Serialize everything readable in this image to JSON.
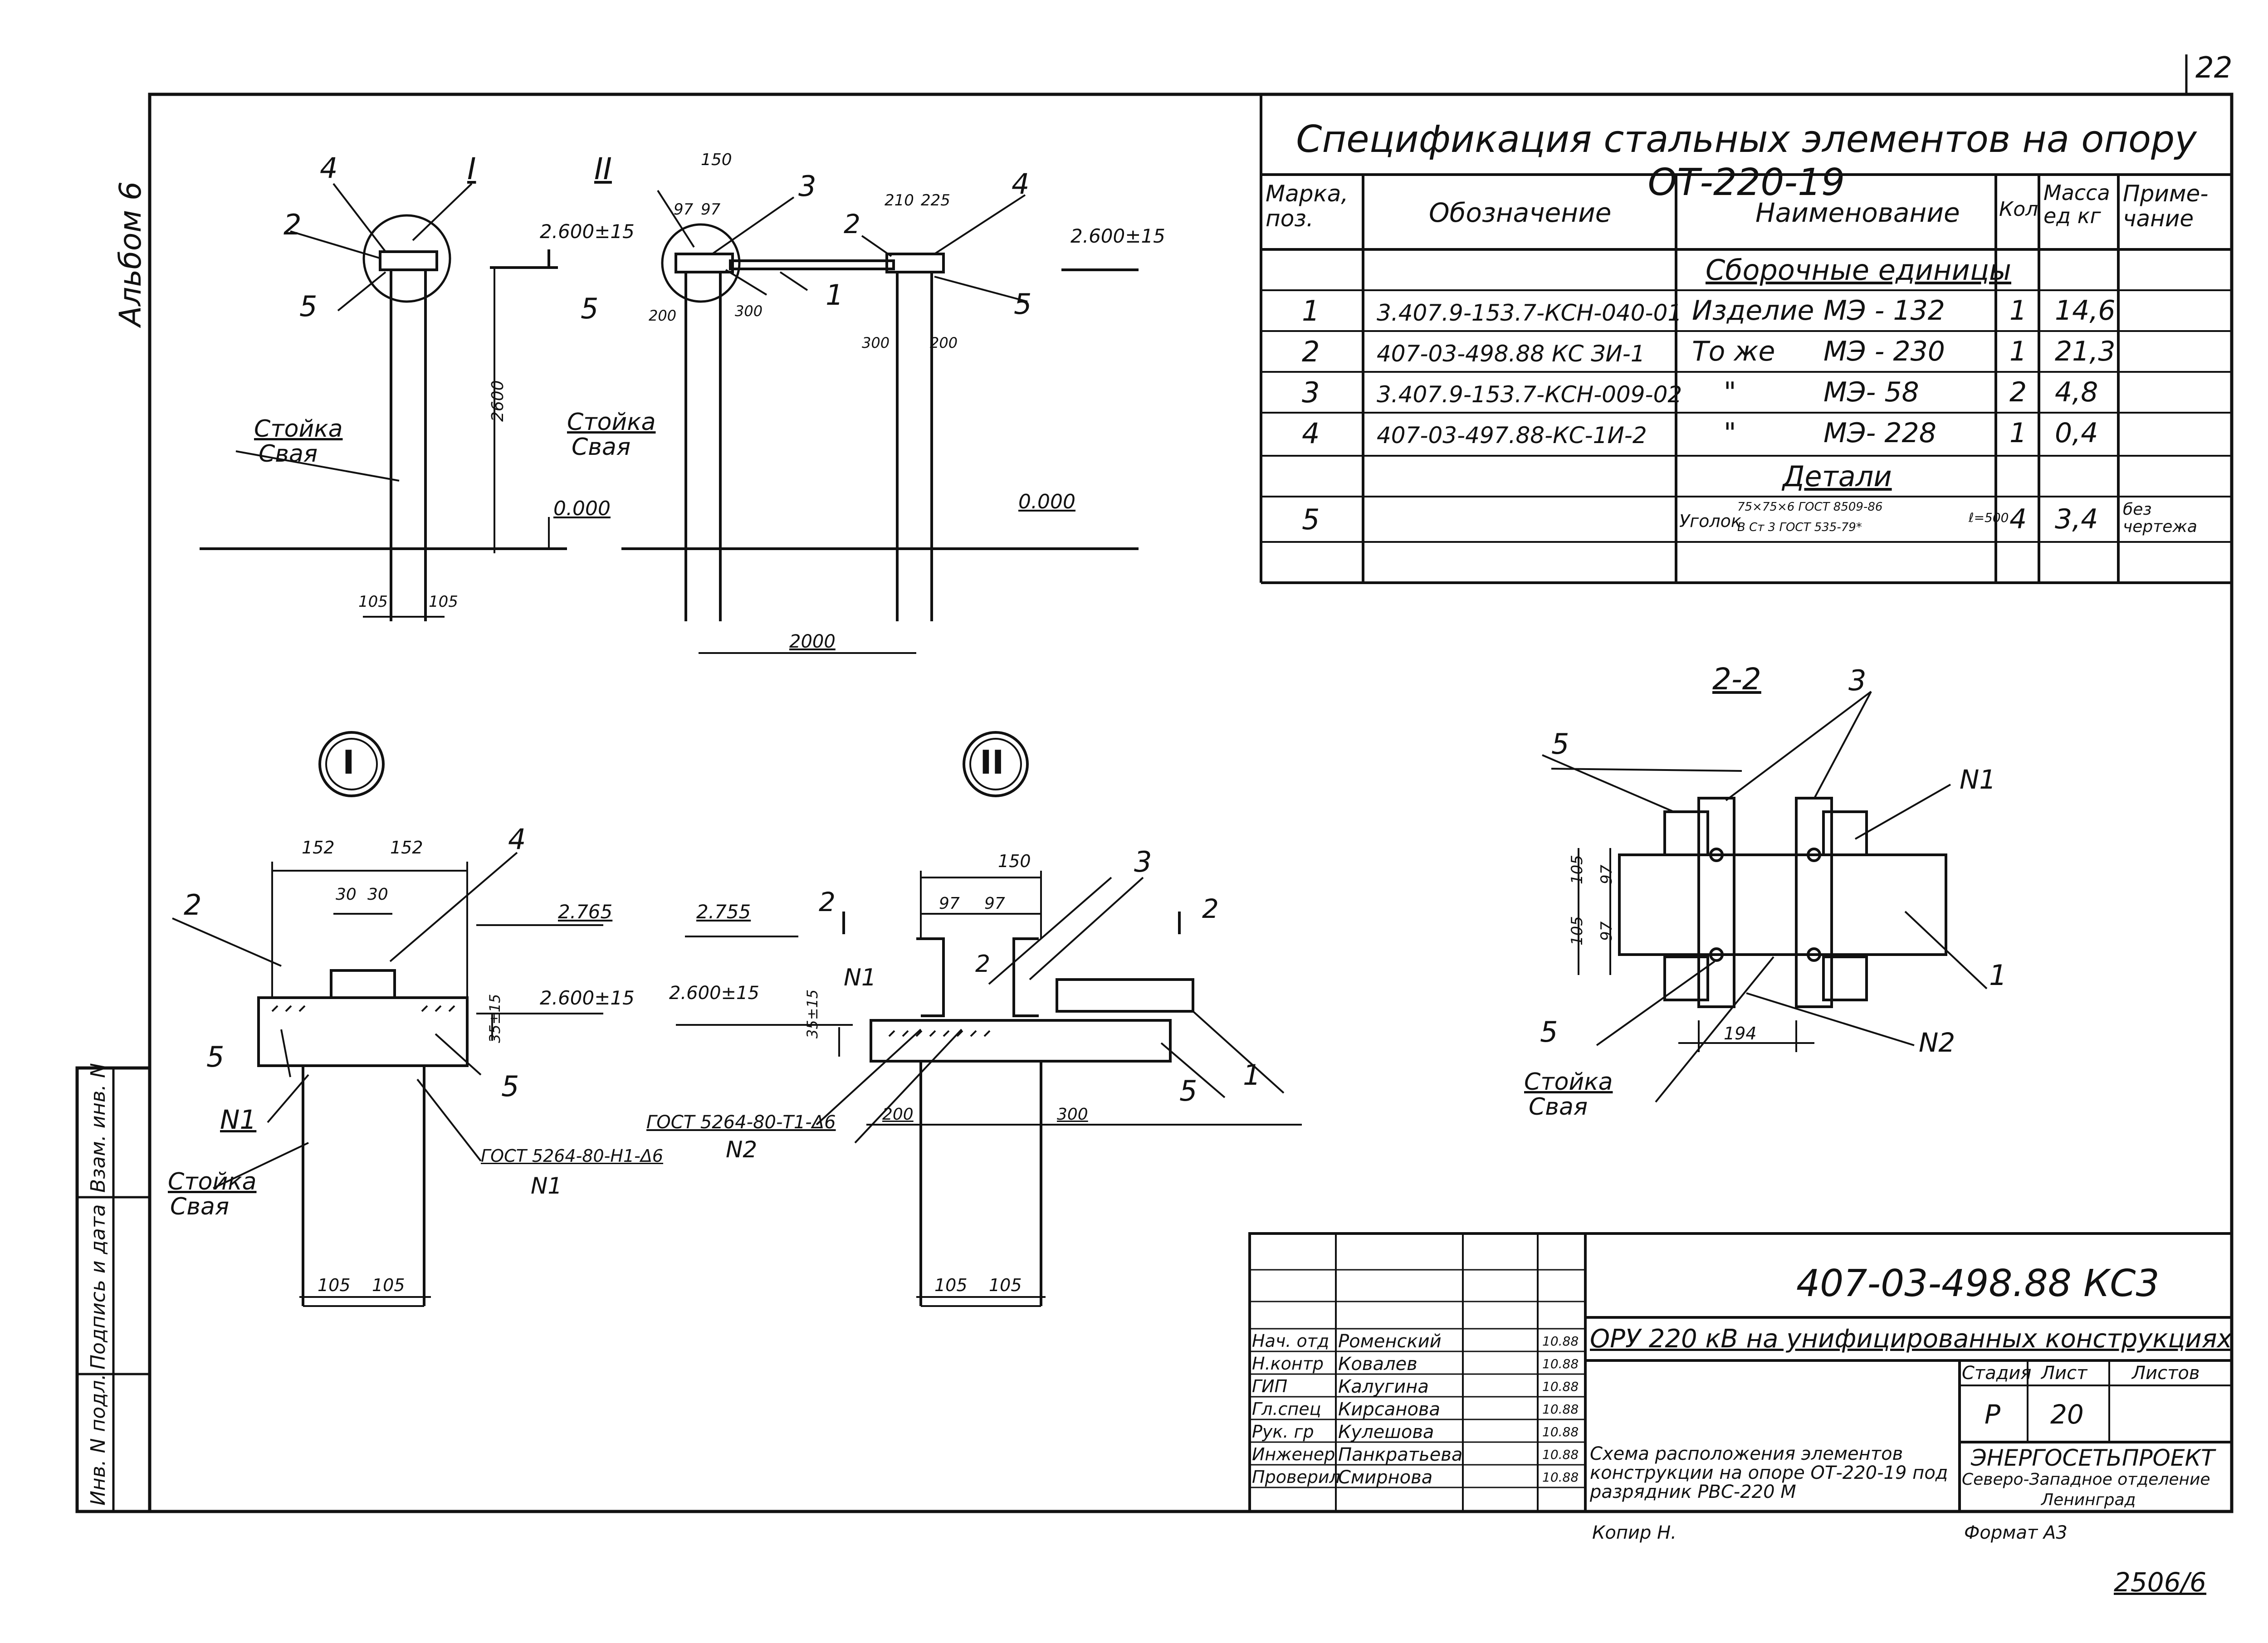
{
  "page_number": "22",
  "album_label": "Альбом 6",
  "sheet_code": "2506/6",
  "spec": {
    "title": "Спецификация стальных элементов на опору ОТ-220-19",
    "headers": [
      "Марка, поз.",
      "Обозначение",
      "Наименование",
      "Кол",
      "Масса ед кг",
      "Приме- чание"
    ],
    "section_assemblies": "Сборочные единицы",
    "section_details": "Детали",
    "rows": [
      {
        "pos": "1",
        "code": "3.407.9-153.7-КСН-040-01",
        "name_a": "Изделие",
        "name_b": "МЭ - 132",
        "qty": "1",
        "mass": "14,6",
        "note": ""
      },
      {
        "pos": "2",
        "code": "407-03-498.88 КС ЗИ-1",
        "name_a": "То же",
        "name_b": "МЭ - 230",
        "qty": "1",
        "mass": "21,3",
        "note": ""
      },
      {
        "pos": "3",
        "code": "3.407.9-153.7-КСН-009-02",
        "name_a": "\"",
        "name_b": "МЭ- 58",
        "qty": "2",
        "mass": "4,8",
        "note": ""
      },
      {
        "pos": "4",
        "code": "407-03-497.88-КС-1И-2",
        "name_a": "\"",
        "name_b": "МЭ- 228",
        "qty": "1",
        "mass": "0,4",
        "note": ""
      }
    ],
    "detail_row": {
      "pos": "5",
      "name": "Уголок",
      "frac_top": "75×75×6 ГОСТ 8509-86",
      "frac_bot": "В Ст 3 ГОСТ 535-79*",
      "length": "ℓ=500",
      "qty": "4",
      "mass": "3,4",
      "note": "без чертежа"
    }
  },
  "view_main": {
    "callout_4": "4",
    "callout_I": "I",
    "callout_2": "2",
    "callout_5": "5",
    "level_top": "2.600±15",
    "height": "2600",
    "label_post": "Стойка",
    "label_pile": "Свая",
    "level_zero": "0.000",
    "dim_left": "105",
    "dim_right": "105"
  },
  "view_frame": {
    "callout_II": "II",
    "dim_150": "150",
    "dim_97a": "97",
    "dim_97b": "97",
    "callout_3": "3",
    "dim_210": "210",
    "dim_225": "225",
    "callout_4": "4",
    "callout_2": "2",
    "level_top": "2.600±15",
    "callout_5a": "5",
    "dim_200a": "200",
    "dim_300a": "300",
    "callout_1": "1",
    "dim_300b": "300",
    "dim_200b": "200",
    "callout_5b": "5",
    "label_post": "Стойка",
    "label_pile": "Свая",
    "level_zero": "0.000",
    "span": "2000"
  },
  "detail_I": {
    "heading": "I",
    "dim_152a": "152",
    "dim_152b": "152",
    "callout_4": "4",
    "dim_30a": "30",
    "dim_30b": "30",
    "callout_2": "2",
    "level_2765": "2.765",
    "level_2600": "2.600±15",
    "dim_35": "35±15",
    "callout_5a": "5",
    "callout_5b": "5",
    "callout_N1": "N1",
    "weld": "ГОСТ 5264-80-Н1-Δ6",
    "weld_n": "N1",
    "label_post": "Стойка",
    "label_pile": "Свая",
    "dim_105a": "105",
    "dim_105b": "105"
  },
  "detail_II": {
    "heading": "II",
    "dim_150": "150",
    "callout_3": "3",
    "level_2755": "2.755",
    "cut_2a": "2",
    "cut_2b": "2",
    "dim_97a": "97",
    "dim_97b": "97",
    "callout_N1": "N1",
    "callout_2": "2",
    "level_2600": "2.600±15",
    "dim_35": "35±15",
    "callout_1": "1",
    "callout_5": "5",
    "weld": "ГОСТ 5264-80-Т1-Δ6",
    "weld_n": "N2",
    "dim_200": "200",
    "dim_300": "300",
    "dim_105a": "105",
    "dim_105b": "105"
  },
  "section_22": {
    "heading": "2-2",
    "callout_3": "3",
    "callout_5a": "5",
    "callout_N1": "N1",
    "dim_105a": "105",
    "dim_97a": "97",
    "dim_105b": "97",
    "dim_97b": "105",
    "callout_1": "1",
    "callout_5b": "5",
    "dim_194": "194",
    "callout_N2": "N2",
    "label_post": "Стойка",
    "label_pile": "Свая"
  },
  "side_stamp": [
    "Инв. N подл.",
    "Подпись и дата",
    "Взам. инв. N"
  ],
  "title_block": {
    "doc_code": "407-03-498.88 КС3",
    "project": "ОРУ 220 кВ на унифицированных конструкциях",
    "drawing_title": "Схема расположения элементов конструкции на опоре ОТ-220-19 под разрядник РВС-220 М",
    "stage_h": "Стадия",
    "sheet_h": "Лист",
    "sheets_h": "Листов",
    "stage": "Р",
    "sheet": "20",
    "sheets": "",
    "org_1": "ЭНЕРГОСЕТЬПРОЕКТ",
    "org_2": "Северо-Западное отделение",
    "org_3": "Ленинград",
    "copied": "Копир Н.",
    "format": "Формат А3",
    "staff": [
      {
        "role": "Нач. отд",
        "name": "Роменский",
        "date": "10.88"
      },
      {
        "role": "Н.контр",
        "name": "Ковалев",
        "date": "10.88"
      },
      {
        "role": "ГИП",
        "name": "Калугина",
        "date": "10.88"
      },
      {
        "role": "Гл.спец",
        "name": "Кирсанова",
        "date": "10.88"
      },
      {
        "role": "Рук. гр",
        "name": "Кулешова",
        "date": "10.88"
      },
      {
        "role": "Инженер",
        "name": "Панкратьева",
        "date": "10.88"
      },
      {
        "role": "Проверил",
        "name": "Смирнова",
        "date": "10.88"
      }
    ]
  }
}
